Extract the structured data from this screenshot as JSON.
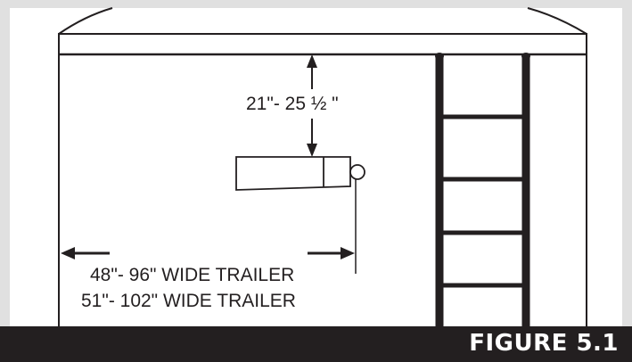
{
  "dimensions": {
    "vertical_gap": "21\"- 25 ½  \"",
    "trailer_width_1": "48\"- 96\" WIDE TRAILER",
    "trailer_width_2": "51\"- 102\" WIDE TRAILER"
  },
  "figure": {
    "label": "FIGURE 5.1"
  },
  "colors": {
    "line": "#231f20",
    "frame": "#e0e0e0",
    "banner": "#231f20"
  }
}
